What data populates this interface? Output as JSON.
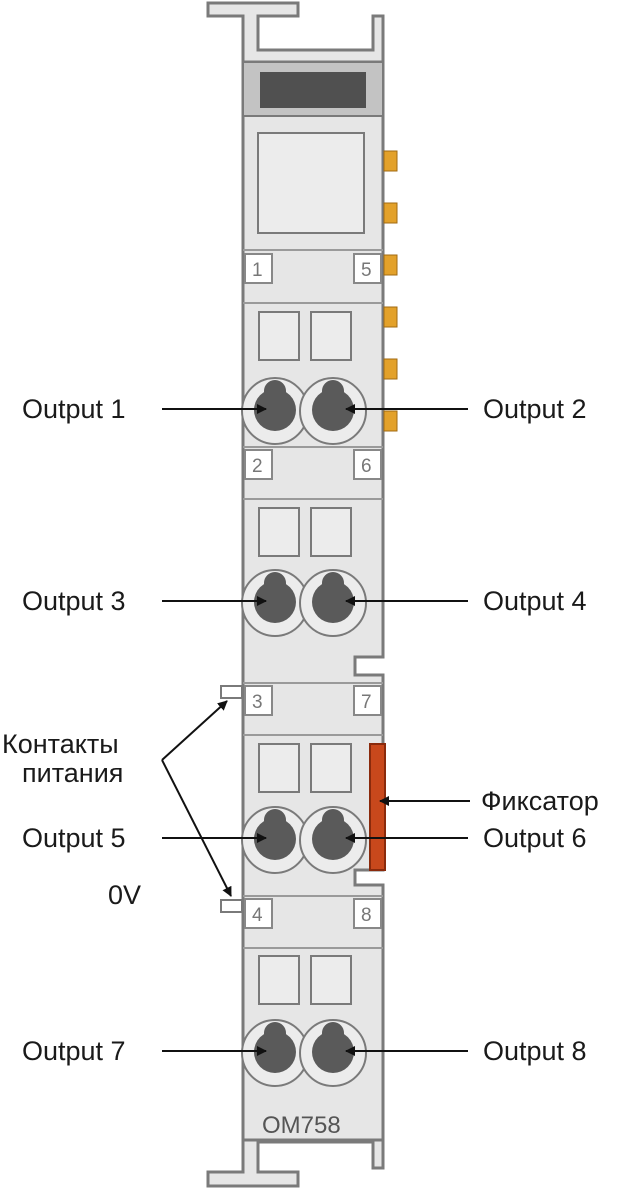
{
  "module": {
    "model": "OM758",
    "channel_numbers": [
      "1",
      "5",
      "2",
      "6",
      "3",
      "7",
      "4",
      "8"
    ]
  },
  "labels": {
    "output_1": "Output 1",
    "output_2": "Output 2",
    "output_3": "Output 3",
    "output_4": "Output 4",
    "output_5": "Output 5",
    "output_6": "Output 6",
    "output_7": "Output 7",
    "output_8": "Output 8",
    "power_contacts_line1": "Контакты",
    "power_contacts_line2": "питания",
    "zero_v": "0V",
    "latch": "Фиксатор"
  },
  "colors": {
    "housing_fill": "#e6e6e6",
    "housing_stroke": "#7a7a7a",
    "label_strip": "#c3c3c3",
    "label_window": "#505050",
    "led": "#e3a12a",
    "latch": "#c8481c",
    "terminal": "#5a5a5a"
  }
}
